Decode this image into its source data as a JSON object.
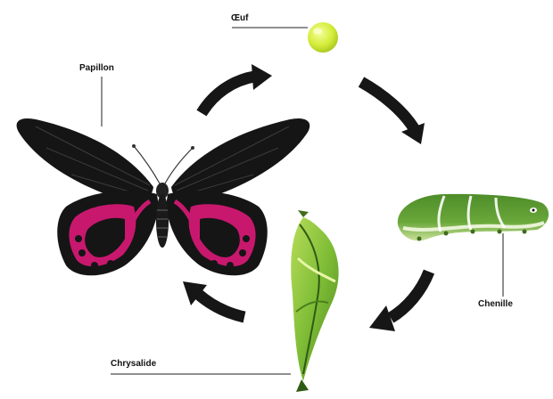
{
  "labels": {
    "egg": "Œuf",
    "butterfly": "Papillon",
    "caterpillar": "Chenille",
    "chrysalis": "Chrysalide"
  },
  "colors": {
    "egg": "#d4ec3a",
    "wing_black": "#151515",
    "wing_magenta": "#c8186e",
    "caterpillar_green": "#5a9a2a",
    "chrysalis_green": "#8cc63e",
    "arrow": "#161616"
  },
  "icons": {
    "butterfly": "butterfly-icon",
    "egg": "egg-icon",
    "caterpillar": "caterpillar-icon",
    "chrysalis": "chrysalis-icon",
    "arrow": "curved-arrow-icon"
  }
}
